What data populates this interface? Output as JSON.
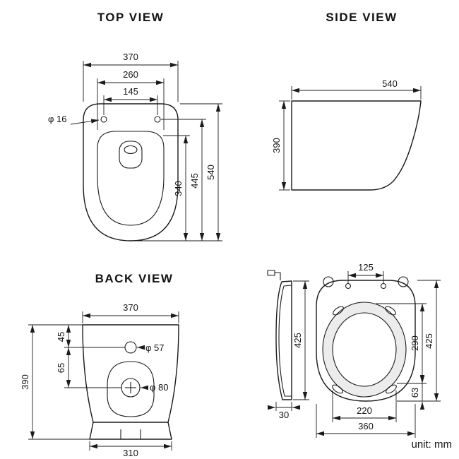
{
  "unit_label": "unit: mm",
  "top_view": {
    "title": "TOP VIEW",
    "width": "370",
    "seat_width": "260",
    "hole_spacing": "145",
    "hole_diameter": "φ 16",
    "depth_total": "540",
    "depth_mid": "445",
    "depth_inner": "340"
  },
  "side_view": {
    "title": "SIDE VIEW",
    "depth": "540",
    "height": "390"
  },
  "back_view": {
    "title": "BACK VIEW",
    "width": "370",
    "hole_top_offset": "45",
    "hole_small_diameter": "φ 57",
    "hole_gap": "65",
    "hole_large_diameter": "φ 80",
    "height": "390",
    "base_width": "310"
  },
  "seat_view": {
    "hinge_hole_spacing": "125",
    "profile_height": "425",
    "profile_thickness": "30",
    "ring_length": "290",
    "bumper_offset": "63",
    "opening_width": "220",
    "lid_length": "425",
    "overall_width": "360"
  }
}
